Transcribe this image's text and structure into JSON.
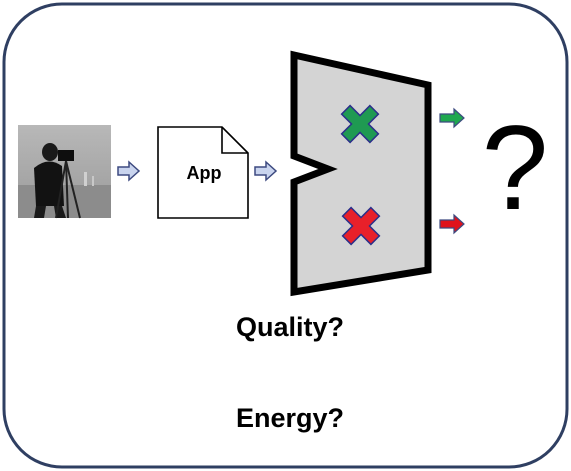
{
  "diagram": {
    "app_label": "App",
    "question_mark": "?",
    "quality_label": "Quality?",
    "energy_label": "Energy?"
  },
  "icons": {
    "input_photo": "photo-of-person-with-camera-on-tripod",
    "pass_mark": "green-x-mark-icon",
    "fail_mark": "red-x-mark-icon",
    "flow_arrows": "right-arrow-icon"
  },
  "colors": {
    "frame_border": "#2f3f62",
    "flow_arrow_fill": "#c9d4ee",
    "flow_arrow_stroke": "#3d4a80",
    "mark_green": "#1f9a52",
    "mark_red": "#e8202a",
    "mark_outline": "#2b2f8a",
    "block_fill": "#d4d4d4",
    "green_arrow": "#1fa84f",
    "red_arrow": "#e0121c"
  }
}
